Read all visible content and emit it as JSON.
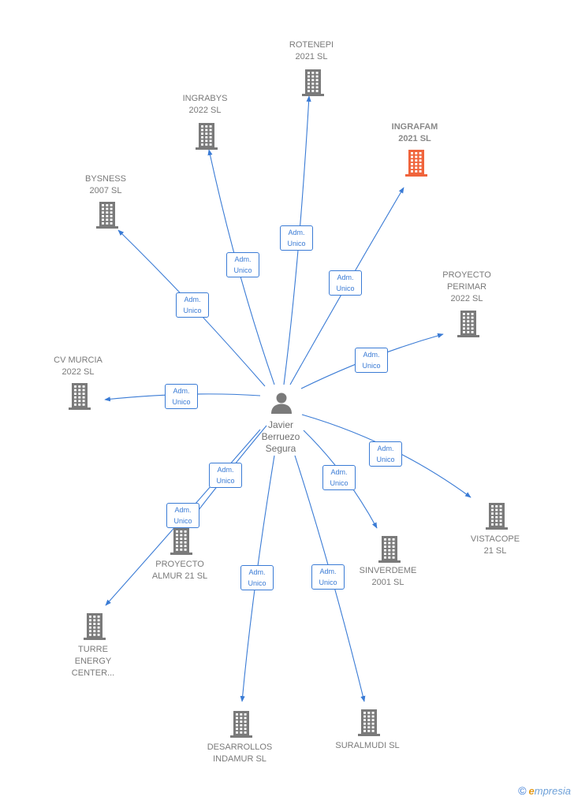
{
  "center": {
    "name": "Javier\nBerruezo\nSegura"
  },
  "edge_label": "Adm.\nUnico",
  "colors": {
    "edge": "#3a7bd5",
    "building": "#7a7a7a",
    "building_highlight": "#f0643c"
  },
  "nodes": [
    {
      "id": "rotenepi",
      "name": "ROTENEPI\n2021  SL"
    },
    {
      "id": "ingrabys",
      "name": "INGRABYS\n2022  SL"
    },
    {
      "id": "ingrafam",
      "name": "INGRAFAM\n2021  SL",
      "highlight": true
    },
    {
      "id": "bysness",
      "name": "BYSNESS\n2007  SL"
    },
    {
      "id": "proyecto-perimar",
      "name": "PROYECTO\nPERIMAR\n2022  SL"
    },
    {
      "id": "cv-murcia",
      "name": "CV MURCIA\n2022  SL"
    },
    {
      "id": "vistacope",
      "name": "VISTACOPE\n21  SL"
    },
    {
      "id": "sinverdeme",
      "name": "SINVERDEME\n2001  SL"
    },
    {
      "id": "proyecto-almur",
      "name": "PROYECTO\nALMUR 21  SL"
    },
    {
      "id": "turre-energy",
      "name": "TURRE\nENERGY\nCENTER..."
    },
    {
      "id": "desarrollos-indamur",
      "name": "DESARROLLOS\nINDAMUR  SL"
    },
    {
      "id": "suralmudi",
      "name": "SURALMUDI SL"
    }
  ],
  "footer": {
    "copyright": "©",
    "brand_initial": "e",
    "brand_rest": "mpresia"
  }
}
